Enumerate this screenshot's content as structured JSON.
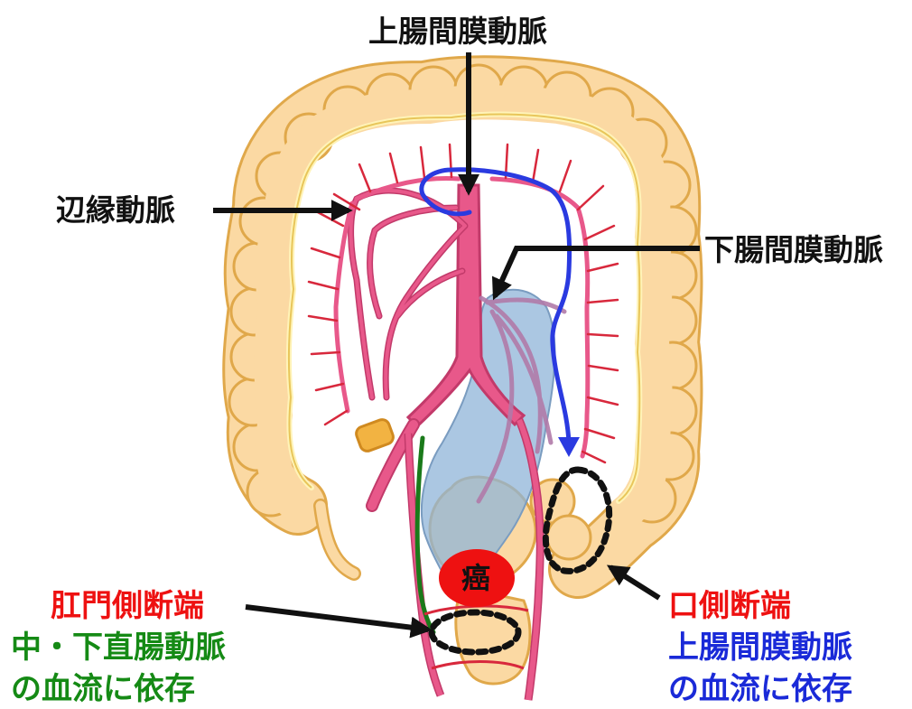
{
  "labels": {
    "sma_top": "上腸間膜動脈",
    "marginal_artery": "辺縁動脈",
    "ima": "下腸間膜動脈",
    "tumor": "癌",
    "anal_stump": "肛門側断端",
    "anal_supply_line1": "中・下直腸動脈",
    "anal_supply_line2": "の血流に依存",
    "oral_stump": "口側断端",
    "oral_supply_line1": "上腸間膜動脈",
    "oral_supply_line2": "の血流に依存"
  },
  "colors": {
    "colon_fill": "#fbd9a3",
    "colon_stroke": "#e0a84a",
    "marginal_line": "#fbf0b0",
    "artery": "#e8588a",
    "artery_stroke": "#c23a6a",
    "branch": "#d8283c",
    "vein_blue": "#2a3ae0",
    "mesentery": "#8fb4d8",
    "tumor": "#ee1111",
    "rectal_green": "#1a7a1a",
    "label_red": "#ee1111",
    "label_green": "#158a15",
    "label_blue": "#1a2ad8",
    "label_black": "#111111"
  }
}
